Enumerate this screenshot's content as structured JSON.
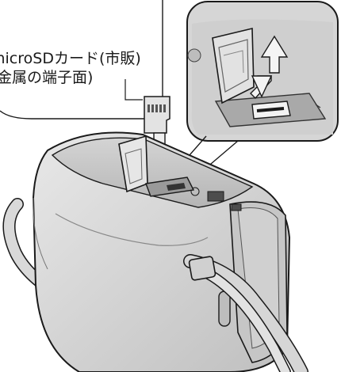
{
  "callout": {
    "line1": "microSDカード(市販)",
    "line2": "金属の端子面)"
  },
  "colors": {
    "line": "#1a1a1a",
    "grey_fill": "#d9d9d9",
    "mid_grey": "#bdbdbd",
    "dark_fill": "#4d4d4d"
  },
  "icons": [
    "microsd-card-icon",
    "camcorder-illustration",
    "magnified-slot-inset",
    "insert-arrow-icon",
    "double-arrow-icon"
  ]
}
